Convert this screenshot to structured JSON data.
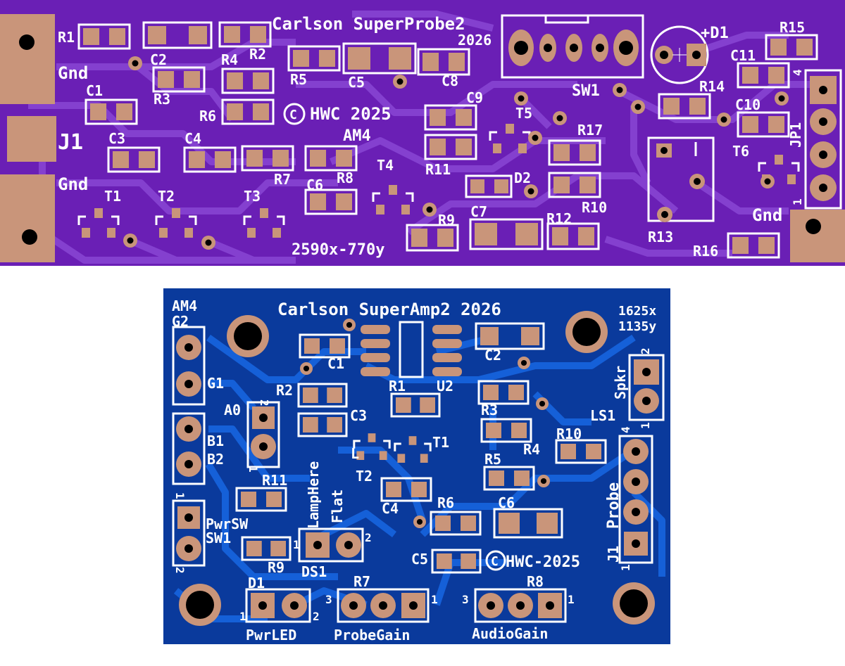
{
  "boards": {
    "probe": {
      "title": "Carlson  SuperProbe2",
      "year": "2026",
      "credit": "HWC  2025",
      "copyright_symbol": "C",
      "dimensions": "2590x-770y",
      "board_color": "#6a1fb5",
      "pad_color": "#c9957a",
      "trace_color": "#8440cf",
      "labels": {
        "r1": "R1",
        "r2": "R2",
        "r3": "R3",
        "r4": "R4",
        "r5": "R5",
        "r6": "R6",
        "r7": "R7",
        "r8": "R8",
        "r9": "R9",
        "r10": "R10",
        "r11": "R11",
        "r12": "R12",
        "r13": "R13",
        "r14": "R14",
        "r15": "R15",
        "r16": "R16",
        "r17": "R17",
        "c1": "C1",
        "c2": "C2",
        "c3": "C3",
        "c4": "C4",
        "c5": "C5",
        "c6": "C6",
        "c7": "C7",
        "c8": "C8",
        "c9": "C9",
        "c10": "C10",
        "c11": "C11",
        "t1": "T1",
        "t2": "T2",
        "t3": "T3",
        "t4": "T4",
        "t5": "T5",
        "t6": "T6",
        "gnd_top": "Gnd",
        "gnd_bottom": "Gnd",
        "gnd_right": "Gnd",
        "j1": "J1",
        "jp1": "JP1",
        "sw1": "SW1",
        "d1": "+D1",
        "d2": "D2",
        "am4": "AM4",
        "jp1_pin1": "1",
        "jp1_pin4": "4"
      }
    },
    "amp": {
      "title": "Carlson  SuperAmp2  2026",
      "dimensions_x": "1625x",
      "dimensions_y": "1135y",
      "credit": "HWC-2025",
      "copyright_symbol": "C",
      "board_color": "#0a3a9c",
      "pad_color": "#c9957a",
      "trace_color": "#1560d8",
      "labels": {
        "am4": "AM4",
        "g2": "G2",
        "g1": "G1",
        "a0": "A0",
        "b1": "B1",
        "b2": "B2",
        "c1": "C1",
        "c2": "C2",
        "c3": "C3",
        "c4": "C4",
        "c5": "C5",
        "c6": "C6",
        "r1": "R1",
        "r2": "R2",
        "r3": "R3",
        "r4": "R4",
        "r5": "R5",
        "r6": "R6",
        "r7": "R7",
        "r8": "R8",
        "r9": "R9",
        "r10": "R10",
        "r11": "R11",
        "u2": "U2",
        "t1": "T1",
        "t2": "T2",
        "l": "L",
        "spkr": "Spkr",
        "ls1": "LS1",
        "probe": "Probe",
        "j1": "J1",
        "pwrsw": "PwrSW",
        "sw1": "SW1",
        "lamphere": "LampHere",
        "flat": "Flat",
        "ds1": "DS1",
        "d1": "D1",
        "pwrled": "PwrLED",
        "probegain": "ProbeGain",
        "audiogain": "AudioGain",
        "pin1": "1",
        "pin2": "2",
        "pin3": "3",
        "pin4": "4"
      }
    }
  }
}
